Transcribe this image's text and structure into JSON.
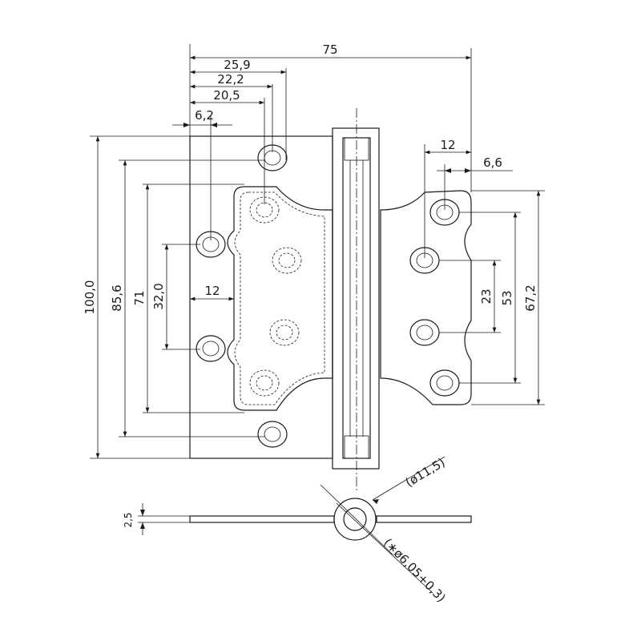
{
  "dimensions": {
    "overall_width": "75",
    "hole_25_9": "25,9",
    "hole_22_2": "22,2",
    "hole_20_5": "20,5",
    "hole_6_2": "6,2",
    "right_12": "12",
    "right_6_6": "6,6",
    "height_100": "100,0",
    "height_85_6": "85,6",
    "height_71": "71",
    "height_32": "32,0",
    "left_12": "12",
    "right_23": "23",
    "right_53": "53",
    "right_67_2": "67,2",
    "thickness": "2,5",
    "knuckle_diameter": "(ø11,5)",
    "pin_diameter": "(∗ø6,05+0,3)"
  },
  "colors": {
    "line": "#1a1a1a",
    "hatch": "#1a1a1a",
    "background": "#ffffff"
  }
}
